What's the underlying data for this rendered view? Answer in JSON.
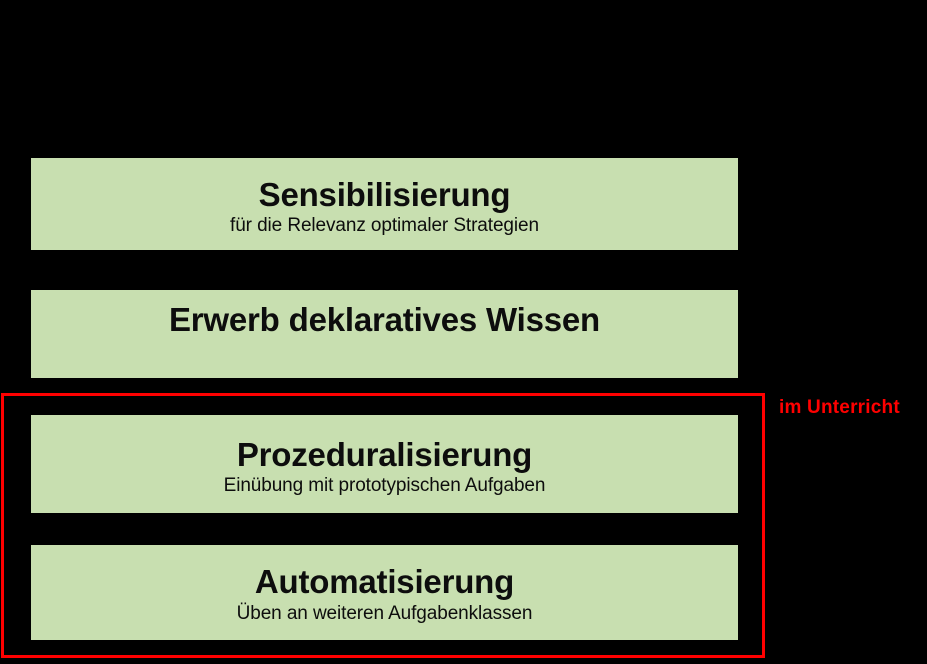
{
  "diagram": {
    "background_color": "#000000",
    "box_color": "#C8DFB0",
    "text_color": "#0D0D0D",
    "highlight_color": "#FF0000",
    "phases": [
      {
        "title": "Sensibilisierung",
        "subtitle": "für die Relevanz optimaler Strategien"
      },
      {
        "title": "Erwerb deklaratives Wissen",
        "subtitle": ""
      },
      {
        "title": "Prozeduralisierung",
        "subtitle": "Einübung mit prototypischen Aufgaben"
      },
      {
        "title": "Automatisierung",
        "subtitle": "Üben an weiteren Aufgabenklassen"
      }
    ],
    "highlight": {
      "label": "im Unterricht",
      "covers_phases": [
        2,
        3
      ]
    }
  }
}
